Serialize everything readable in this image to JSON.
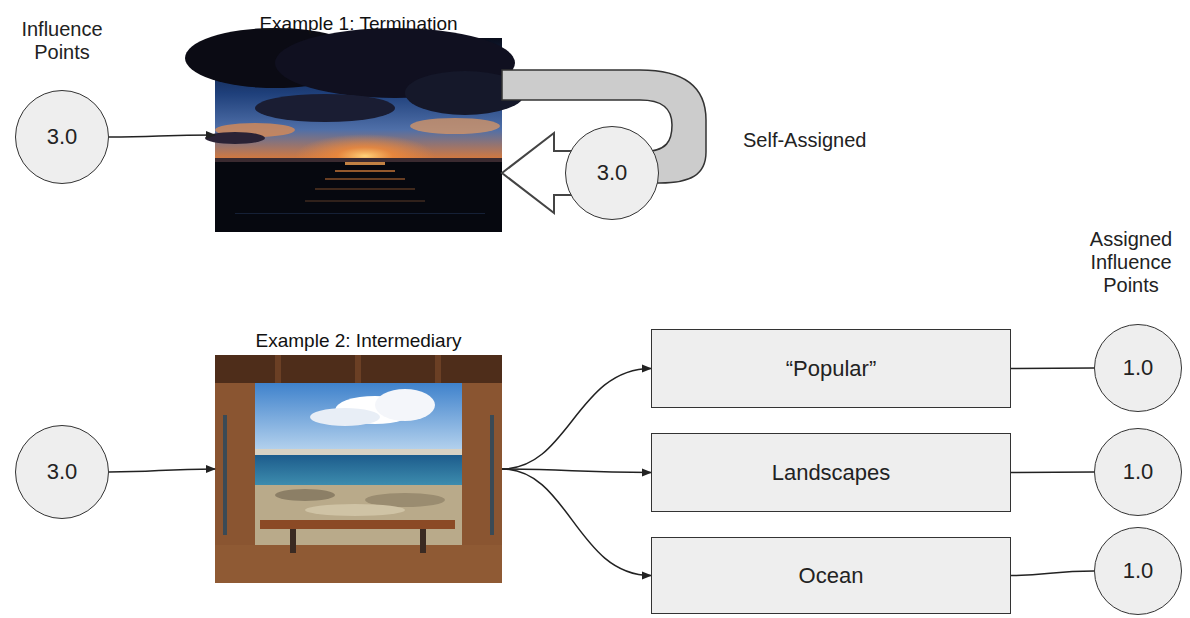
{
  "diagram": {
    "nodes": [
      {
        "text": [
          "3.0"
        ]
      },
      {
        "text": [
          "Example 1: Termination"
        ]
      },
      {
        "text": [
          "3.0"
        ]
      },
      {
        "text": [
          "3.0"
        ]
      },
      {
        "text": [
          "Example 2: Intermediary"
        ]
      },
      {
        "text": [
          "“Popular”"
        ]
      },
      {
        "text": [
          "Landscapes"
        ]
      },
      {
        "text": [
          "Ocean"
        ]
      },
      {
        "text": [
          "1.0"
        ]
      },
      {
        "text": [
          "1.0"
        ]
      },
      {
        "text": [
          "1.0"
        ]
      }
    ],
    "edges": [
      {
        "from": 0,
        "to": 1,
        "arrow": "to"
      },
      {
        "from": 2,
        "to": 1,
        "arrow": "to"
      },
      {
        "from": 3,
        "to": 4,
        "arrow": "to"
      },
      {
        "from": 4,
        "to": 5,
        "arrow": "to"
      },
      {
        "from": 4,
        "to": 6,
        "arrow": "to"
      },
      {
        "from": 4,
        "to": 7,
        "arrow": "to"
      },
      {
        "from": 5,
        "to": 8,
        "arrow": "none"
      },
      {
        "from": 6,
        "to": 9,
        "arrow": "none"
      },
      {
        "from": 7,
        "to": 10,
        "arrow": "none"
      }
    ],
    "labels": [
      "Influence Points",
      "Self-Assigned",
      "Assigned Influence Points"
    ]
  }
}
